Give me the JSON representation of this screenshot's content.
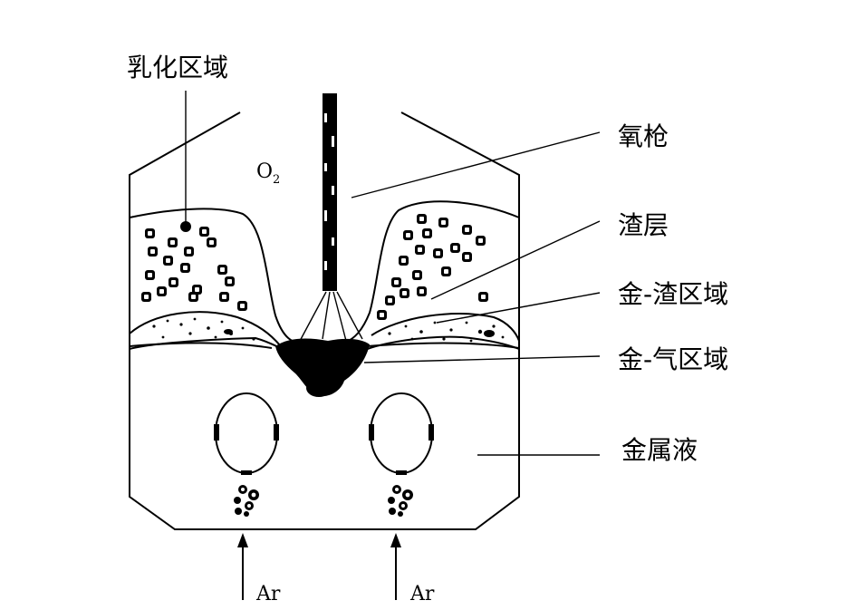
{
  "labels": {
    "emulsion_zone": "乳化区域",
    "oxygen_lance": "氧枪",
    "slag_layer": "渣层",
    "metal_slag_zone": "金-渣区域",
    "metal_gas_zone": "金-气区域",
    "molten_metal": "金属液",
    "o2_main": "O",
    "o2_sub": "2",
    "ar_left": "Ar",
    "ar_right": "Ar"
  },
  "colors": {
    "ink": "#000000",
    "background": "#ffffff"
  }
}
